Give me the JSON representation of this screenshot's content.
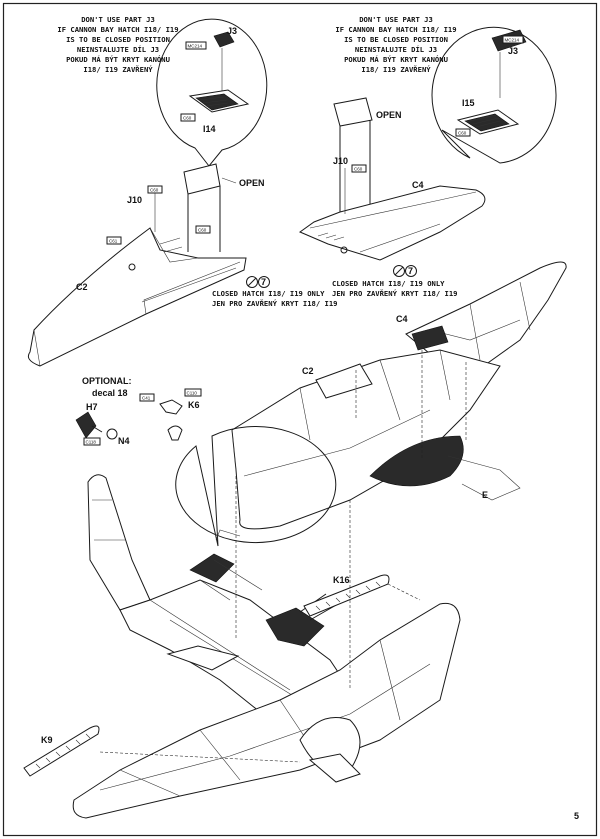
{
  "page": {
    "number": "5"
  },
  "top_left_callout": {
    "note_lines": [
      "DON'T USE PART J3",
      "IF CANNON BAY HATCH I18/ I19",
      "IS TO BE CLOSED POSITION",
      "NEINSTALUJTE DÍL J3",
      "POKUD MÁ BÝT KRYT KANÓNU",
      "I18/ I19 ZAVŘENÝ"
    ],
    "parts": {
      "j3": "J3",
      "i14": "I14",
      "mc214": "MC214",
      "c60": "C60"
    }
  },
  "top_right_callout": {
    "note_lines": [
      "DON'T USE PART J3",
      "IF CANNON BAY HATCH I18/ I19",
      "IS TO BE CLOSED POSITION",
      "NEINSTALUJTE DÍL J3",
      "POKUD MÁ BÝT KRYT KANÓNU",
      "I18/ I19 ZAVŘENÝ"
    ],
    "parts": {
      "j3": "J3",
      "i15": "I15",
      "mc214": "MC214",
      "c60": "C60"
    }
  },
  "left_wing_step": {
    "open_label": "OPEN",
    "closed_lines": [
      "CLOSED HATCH I18/ I19 ONLY",
      "JEN PRO ZAVŘENÝ KRYT I18/ I19"
    ],
    "parts": {
      "j10": "J10",
      "c2": "C2",
      "c60a": "C60",
      "c60b": "C60",
      "c61": "C61"
    }
  },
  "right_wing_step": {
    "open_label": "OPEN",
    "closed_lines": [
      "CLOSED HATCH I18/ I19 ONLY",
      "JEN PRO ZAVŘENÝ KRYT I18/ I19"
    ],
    "parts": {
      "j10": "J10",
      "c4": "C4",
      "c60": "C60"
    }
  },
  "wing_assembly": {
    "parts": {
      "c2": "C2",
      "c4": "C4",
      "e": "E"
    }
  },
  "optional_callout": {
    "title": "OPTIONAL:",
    "subtitle": "decal 18",
    "parts": {
      "h7": "H7",
      "n4": "N4",
      "k6": "K6",
      "c41": "C41",
      "c110": "C110",
      "c118": "C118"
    }
  },
  "fuselage_assembly": {
    "parts": {
      "k16": "K16",
      "k9": "K9"
    }
  },
  "circle_icons": {
    "no_symbol": "⊘",
    "number": "7"
  }
}
